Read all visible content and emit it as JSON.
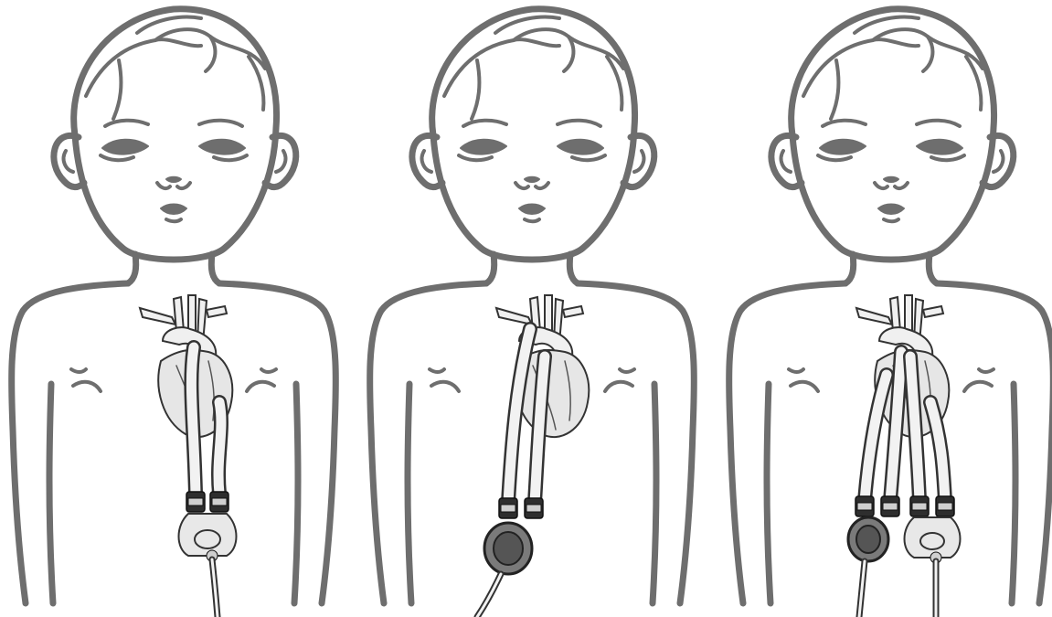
{
  "figure": {
    "panels": [
      {
        "device_type": "pulsatile-lvad"
      },
      {
        "device_type": "continuous-flow-lvad"
      },
      {
        "device_type": "biventricular-assist"
      }
    ],
    "colors": {
      "outline": "#6e6e6e",
      "heart": "#e6e6e6",
      "pump_clear": "#e8e8e8",
      "pump_dark": "#555555",
      "connector": "#2e2e2e"
    }
  }
}
